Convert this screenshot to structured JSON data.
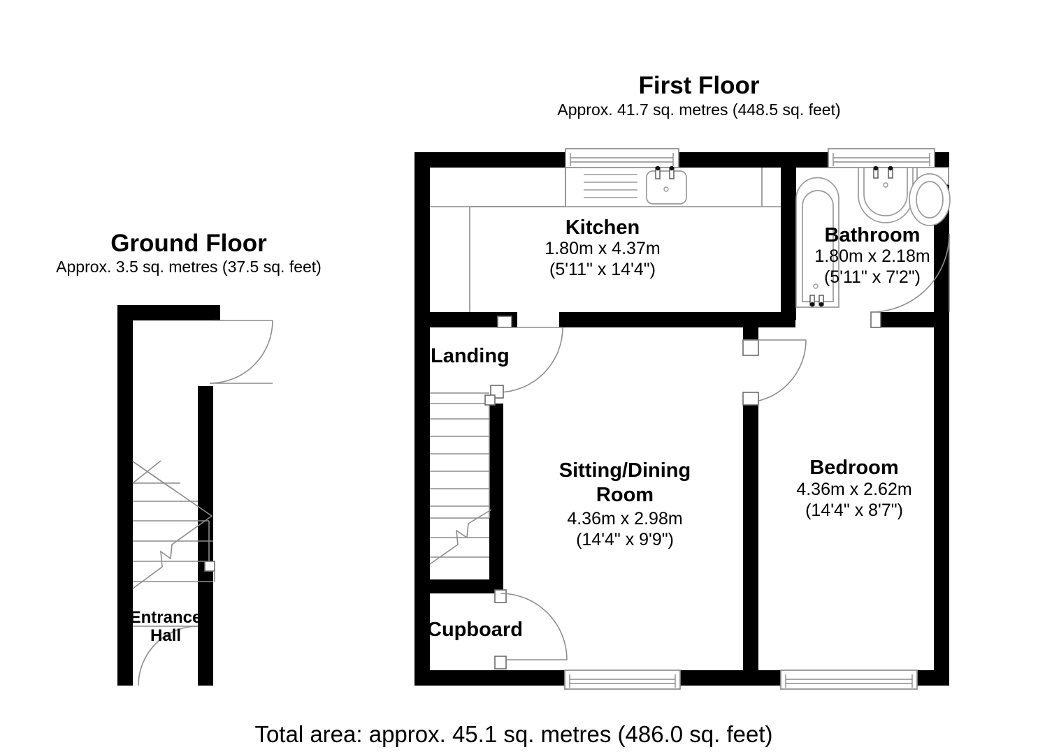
{
  "document": {
    "type": "floor-plan",
    "total_area_label": "Total area: approx. 45.1 sq. metres (486.0 sq. feet)"
  },
  "floors": {
    "ground": {
      "title": "Ground Floor",
      "area": "Approx. 3.5 sq. metres (37.5 sq. feet)",
      "rooms": [
        {
          "name_line1": "Entrance",
          "name_line2": "Hall"
        }
      ]
    },
    "first": {
      "title": "First Floor",
      "area": "Approx. 41.7 sq. metres (448.5 sq. feet)",
      "rooms": [
        {
          "name": "Kitchen",
          "dim_metric": "1.80m x 4.37m",
          "dim_imperial": "(5'11\" x 14'4\")"
        },
        {
          "name": "Bathroom",
          "dim_metric": "1.80m x 2.18m",
          "dim_imperial": "(5'11\" x 7'2\")"
        },
        {
          "name_line1": "Sitting/Dining",
          "name_line2": "Room",
          "dim_metric": "4.36m x 2.98m",
          "dim_imperial": "(14'4\" x 9'9\")"
        },
        {
          "name": "Bedroom",
          "dim_metric": "4.36m x 2.62m",
          "dim_imperial": "(14'4\" x 8'7\")"
        },
        {
          "name": "Landing"
        },
        {
          "name": "Cupboard"
        }
      ]
    }
  },
  "colors": {
    "wall": "#000000",
    "background": "#ffffff",
    "fixture_stroke": "#9a9a9a",
    "text": "#000000"
  }
}
